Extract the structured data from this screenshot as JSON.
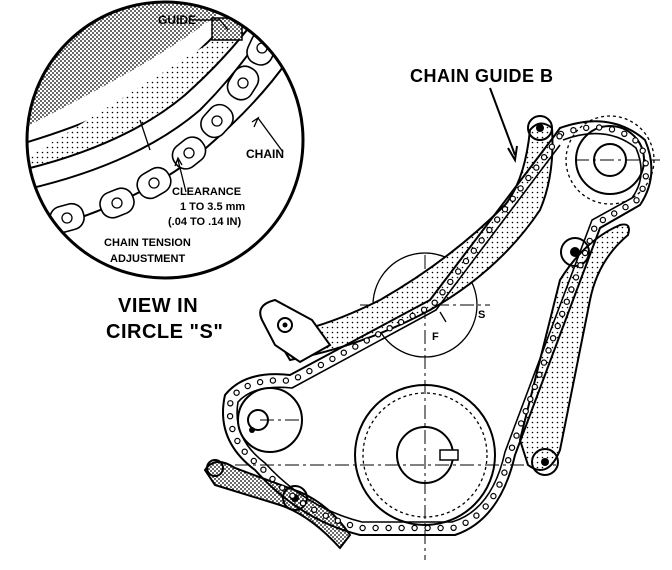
{
  "labels": {
    "guide": "GUIDE",
    "chain": "CHAIN",
    "clearance_line1": "CLEARANCE",
    "clearance_line2": "1 TO 3.5 mm",
    "clearance_line3": "(.04 TO .14 IN)",
    "tension_line1": "CHAIN TENSION",
    "tension_line2": "ADJUSTMENT",
    "view_line1": "VIEW IN",
    "view_line2": "CIRCLE \"S\"",
    "chain_guide_b": "CHAIN GUIDE B",
    "marker_f": "F",
    "marker_s": "S"
  },
  "colors": {
    "ink": "#000000",
    "paper": "#ffffff"
  }
}
